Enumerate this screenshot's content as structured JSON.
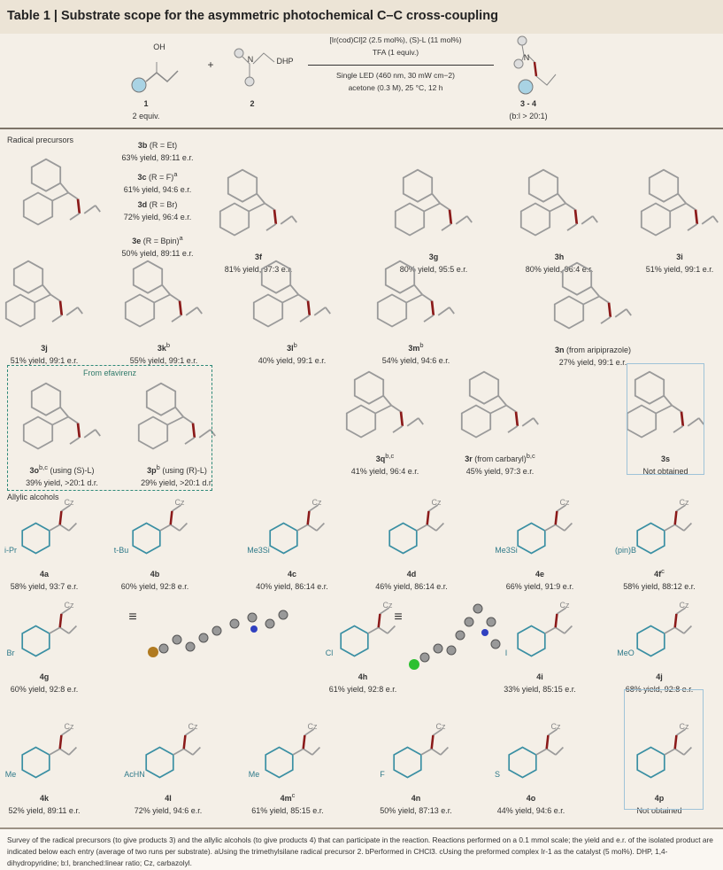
{
  "title": "Table 1 | Substrate scope for the asymmetric photochemical C–C cross-coupling",
  "scheme": {
    "reactant1": {
      "oh": "OH",
      "label": "1",
      "equiv": "2 equiv."
    },
    "plus": "+",
    "reactant2": {
      "n": "N",
      "dhp": "DHP",
      "label": "2"
    },
    "conditions_above": [
      "[Ir(cod)Cl]2 (2.5 mol%), (S)-L (11 mol%)",
      "TFA (1 equiv.)"
    ],
    "conditions_below": [
      "Single LED (460 nm, 30 mW cm−2)",
      "acetone (0.3 M), 25 °C, 12 h"
    ],
    "product": {
      "n": "N",
      "label": "3 - 4",
      "ratio": "(b:l > 20:1)"
    }
  },
  "radical_section": "Radical precursors",
  "series_3be": [
    {
      "label": "3b",
      "cond": "(R = Et)",
      "sup": "",
      "yield": "63% yield, 89:11 e.r."
    },
    {
      "label": "3c",
      "cond": "(R = F)",
      "sup": "a",
      "yield": "61% yield, 94:6 e.r."
    },
    {
      "label": "3d",
      "cond": "(R = Br)",
      "sup": "",
      "yield": "72% yield, 96:4 e.r."
    },
    {
      "label": "3e",
      "cond": "(R = Bpin)",
      "sup": "a",
      "yield": "50% yield, 89:11 e.r."
    }
  ],
  "radical": [
    {
      "label": "3f",
      "sup": "",
      "note": "",
      "yield": "81% yield, 97:3 e.r."
    },
    {
      "label": "3g",
      "sup": "",
      "note": "",
      "yield": "80% yield, 95:5 e.r."
    },
    {
      "label": "3h",
      "sup": "",
      "note": "",
      "yield": "80% yield, 96:4 e.r."
    },
    {
      "label": "3i",
      "sup": "",
      "note": "",
      "yield": "51% yield, 99:1 e.r."
    },
    {
      "label": "3j",
      "sup": "",
      "note": "",
      "yield": "51% yield, 99:1 e.r."
    },
    {
      "label": "3k",
      "sup": "b",
      "note": "",
      "yield": "55% yield, 99:1 e.r."
    },
    {
      "label": "3l",
      "sup": "b",
      "note": "",
      "yield": "40% yield, 99:1 e.r."
    },
    {
      "label": "3m",
      "sup": "b",
      "note": "",
      "yield": "54% yield, 94:6 e.r."
    },
    {
      "label": "3n",
      "sup": "",
      "note": " (from aripiprazole)",
      "yield": "27% yield, 99:1 e.r."
    },
    {
      "label": "3o",
      "sup": "b,c",
      "note": " (using (S)-L)",
      "yield": "39% yield, >20:1 d.r."
    },
    {
      "label": "3p",
      "sup": "b",
      "note": " (using (R)-L)",
      "yield": "29% yield, >20:1 d.r."
    },
    {
      "label": "3q",
      "sup": "b,c",
      "note": "",
      "yield": "41% yield, 96:4 e.r."
    },
    {
      "label": "3r",
      "sup": "",
      "note": " (from carbaryl)",
      "yield": "45% yield, 97:3 e.r.",
      "note_sup": "b,c"
    },
    {
      "label": "3s",
      "sup": "",
      "note": "",
      "yield": "Not obtained"
    }
  ],
  "efavirenz_label": "From efavirenz",
  "allylic_section": "Allylic alcohols",
  "allylic": [
    {
      "label": "4a",
      "sup": "",
      "sub": "i-Pr",
      "yield": "58% yield, 93:7 e.r."
    },
    {
      "label": "4b",
      "sup": "",
      "sub": "t-Bu",
      "yield": "60% yield, 92:8 e.r."
    },
    {
      "label": "4c",
      "sup": "",
      "sub": "Me3Si",
      "yield": "40% yield, 86:14 e.r."
    },
    {
      "label": "4d",
      "sup": "",
      "sub": "",
      "yield": "46% yield, 86:14 e.r."
    },
    {
      "label": "4e",
      "sup": "",
      "sub": "Me3Si",
      "yield": "66% yield, 91:9 e.r."
    },
    {
      "label": "4f",
      "sup": "c",
      "sub": "(pin)B",
      "yield": "58% yield, 88:12 e.r."
    },
    {
      "label": "4g",
      "sup": "",
      "sub": "Br",
      "yield": "60% yield, 92:8 e.r."
    },
    {
      "label": "4h",
      "sup": "",
      "sub": "Cl",
      "yield": "61% yield, 92:8 e.r."
    },
    {
      "label": "4i",
      "sup": "",
      "sub": "I",
      "yield": "33% yield, 85:15 e.r."
    },
    {
      "label": "4j",
      "sup": "",
      "sub": "MeO",
      "yield": "68% yield, 92:8 e.r."
    },
    {
      "label": "4k",
      "sup": "",
      "sub": "Me",
      "yield": "52% yield, 89:11 e.r."
    },
    {
      "label": "4l",
      "sup": "",
      "sub": "AcHN",
      "yield": "72% yield, 94:6 e.r."
    },
    {
      "label": "4m",
      "sup": "c",
      "sub": "Me",
      "yield": "61% yield, 85:15 e.r."
    },
    {
      "label": "4n",
      "sup": "",
      "sub": "F",
      "yield": "50% yield, 87:13 e.r."
    },
    {
      "label": "4o",
      "sup": "",
      "sub": "S",
      "yield": "44% yield, 94:6 e.r."
    },
    {
      "label": "4p",
      "sup": "",
      "sub": "",
      "yield": "Not obtained"
    }
  ],
  "cz": "Cz",
  "equiv_symbol": "≡",
  "footnote": "Survey of the radical precursors (to give products 3) and the allylic alcohols (to give products 4) that can participate in the reaction. Reactions performed on a 0.1 mmol scale; the yield and e.r. of the isolated product are indicated below each entry (average of two runs per substrate). aUsing the trimethylsilane radical precursor 2. bPerformed in CHCl3. cUsing the preformed complex Ir-1 as the catalyst (5 mol%). DHP, 1,4-dihydropyridine; b:l, branched:linear ratio; Cz, carbazolyl.",
  "colors": {
    "teal": "#3a8fa3",
    "gray": "#9a9a9a",
    "bond_red": "#8b1a1a",
    "header_bg": "#ece4d6"
  }
}
